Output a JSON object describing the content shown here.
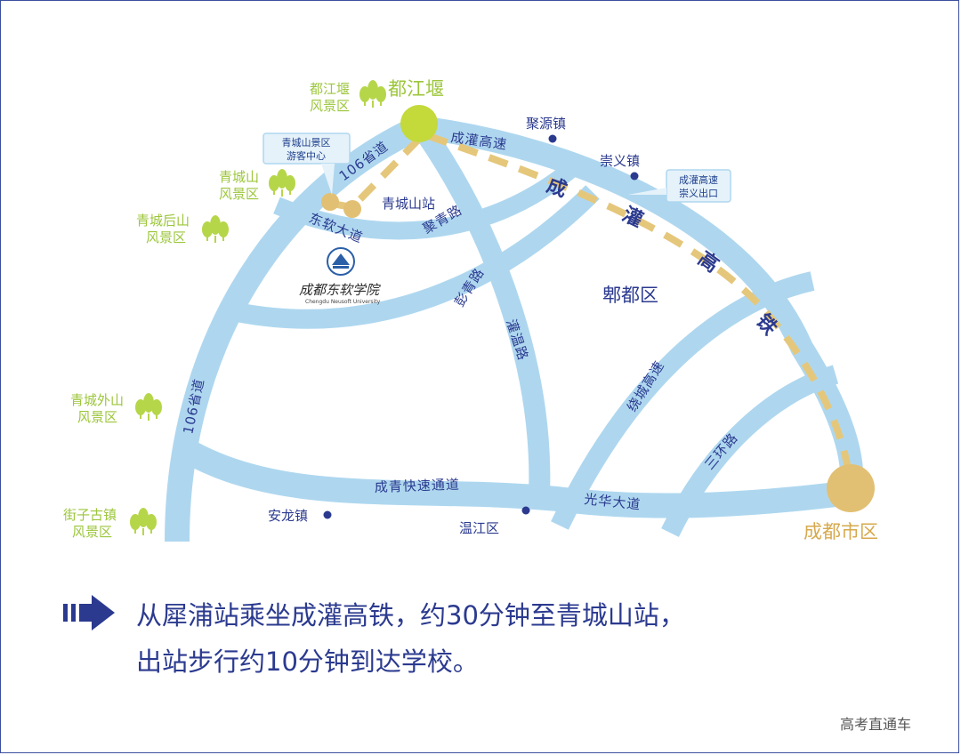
{
  "roads": {
    "prov106_upper": "106省道",
    "prov106_lower": "106省道",
    "chengguan_expressway": "成灌高速",
    "dongruan_avenue": "东软大道",
    "juqing_road": "聚青路",
    "pengqing_road": "彭青路",
    "guanwen_road": "灌温路",
    "ring_expressway": "绕城高速",
    "third_ring_road": "三环路",
    "chengqing_express": "成青快速通道",
    "guanghua_avenue": "光华大道"
  },
  "high_speed_rail": [
    "成",
    "灌",
    "高",
    "铁"
  ],
  "towns": {
    "juyuan": "聚源镇",
    "chongyi": "崇义镇",
    "anlong": "安龙镇"
  },
  "districts": {
    "pidu": "郫都区",
    "wenjiang": "温江区",
    "chengdu_city": "成都市区"
  },
  "stations": {
    "dujiangyan": "都江堰",
    "qingchengshan_station": "青城山站"
  },
  "scenic": {
    "dujiangyan": [
      "都江堰",
      "风景区"
    ],
    "qingchengshan": [
      "青城山",
      "风景区"
    ],
    "qingcheng_houshan": [
      "青城后山",
      "风景区"
    ],
    "qingcheng_waishan": [
      "青城外山",
      "风景区"
    ],
    "jiezi_town": [
      "街子古镇",
      "风景区"
    ]
  },
  "callouts": {
    "visitor_center": [
      "青城山景区",
      "游客中心"
    ],
    "expressway_exit": [
      "成灌高速",
      "崇义出口"
    ]
  },
  "university": {
    "name_cn": "成都东软学院",
    "name_en": "Chengdu Neusoft University"
  },
  "route_text": {
    "line1": "从犀浦站乘坐成灌高铁，约30分钟至青城山站，",
    "line2": "出站步行约10分钟到达学校。"
  },
  "watermark": "高考直通车",
  "colors": {
    "road": "#aed7ef",
    "rail": "#e5c77b",
    "text": "#2b3a8f",
    "scenic": "#9cc63b",
    "city": "#d6a94e"
  },
  "icons": {
    "scenic_marker": "tree-icon",
    "town_marker": "dot-icon",
    "route_marker": "arrow-right-icon"
  }
}
